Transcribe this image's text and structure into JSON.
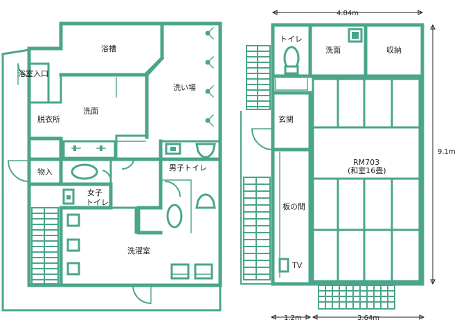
{
  "rooms": {
    "bath_entrance": "浴室入口",
    "bathtub": "浴槽",
    "washing_area": "洗い場",
    "changing_room": "脱衣所",
    "washroom_left": "洗面",
    "storage_left": "物入",
    "womens_toilet": "女子\nトイレ",
    "mens_toilet": "男子トイレ",
    "laundry_room": "洗濯室",
    "toilet_right": "トイレ",
    "washroom_right": "洗面",
    "closet": "収納",
    "entrance": "玄関",
    "room_name": "RM703",
    "room_type": "(和室16畳)",
    "wood_floor_room": "板の間",
    "tv": "TV"
  },
  "dimensions": {
    "top_width": "4.84m",
    "height": "9.1m",
    "bottom_left": "1.2m",
    "bottom_right": "3.64m"
  },
  "colors": {
    "wall": "#4aa58a",
    "text": "#1f1f1f",
    "background": "#ffffff"
  }
}
